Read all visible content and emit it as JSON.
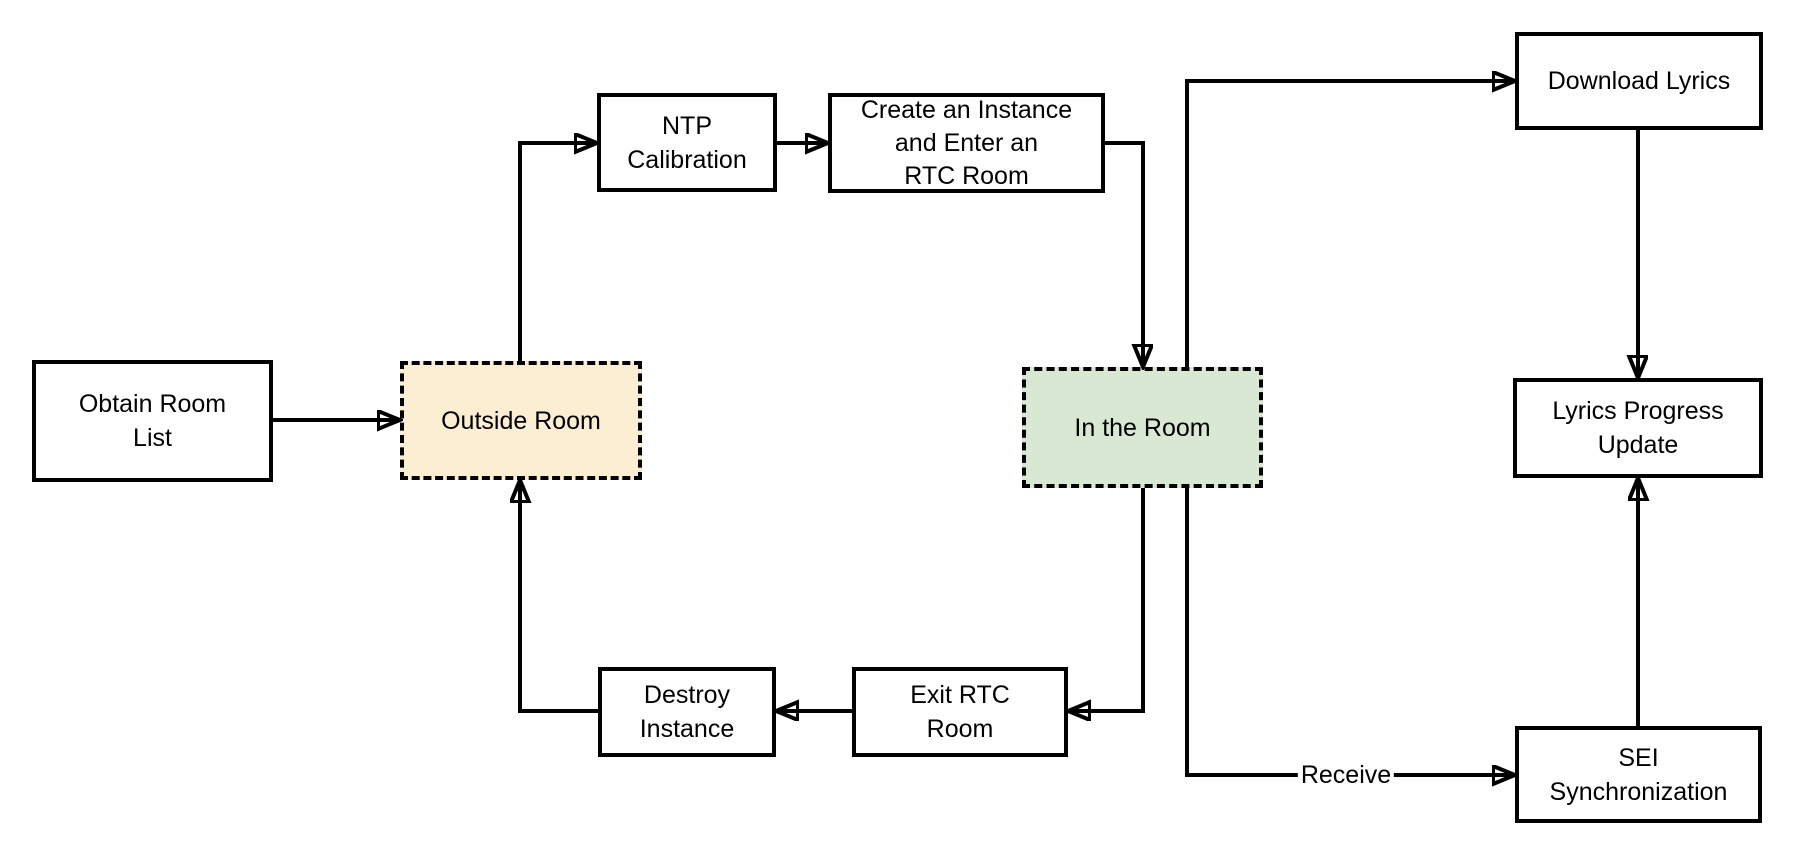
{
  "diagram": {
    "type": "flowchart",
    "colors": {
      "background": "#FFFFFF",
      "line": "#000000",
      "text": "#000000",
      "node_fill": "#FFFFFF",
      "outside_room_fill": "#FBEED3",
      "in_room_fill": "#D8E8D2"
    },
    "nodes": {
      "obtain_room_list": {
        "label": "Obtain Room List",
        "lines": [
          "Obtain Room",
          "List"
        ],
        "style": "solid"
      },
      "outside_room": {
        "label": "Outside Room",
        "lines": [
          "Outside Room"
        ],
        "style": "dashed-yellow"
      },
      "ntp_calibration": {
        "label": "NTP Calibration",
        "lines": [
          "NTP",
          "Calibration"
        ],
        "style": "solid"
      },
      "create_enter_rtc": {
        "label": "Create an Instance and Enter an RTC Room",
        "lines": [
          "Create an Instance",
          "and Enter an",
          "RTC Room"
        ],
        "style": "solid"
      },
      "in_the_room": {
        "label": "In the Room",
        "lines": [
          "In the Room"
        ],
        "style": "dashed-green"
      },
      "download_lyrics": {
        "label": "Download Lyrics",
        "lines": [
          "Download Lyrics"
        ],
        "style": "solid"
      },
      "lyrics_progress_update": {
        "label": "Lyrics Progress Update",
        "lines": [
          "Lyrics Progress",
          "Update"
        ],
        "style": "solid"
      },
      "sei_synchronization": {
        "label": "SEI Synchronization",
        "lines": [
          "SEI",
          "Synchronization"
        ],
        "style": "solid"
      },
      "exit_rtc_room": {
        "label": "Exit RTC Room",
        "lines": [
          "Exit RTC",
          "Room"
        ],
        "style": "solid"
      },
      "destroy_instance": {
        "label": "Destroy Instance",
        "lines": [
          "Destroy",
          "Instance"
        ],
        "style": "solid"
      }
    },
    "edges": [
      {
        "from": "obtain_room_list",
        "to": "outside_room",
        "label": ""
      },
      {
        "from": "outside_room",
        "to": "ntp_calibration",
        "label": ""
      },
      {
        "from": "ntp_calibration",
        "to": "create_enter_rtc",
        "label": ""
      },
      {
        "from": "create_enter_rtc",
        "to": "in_the_room",
        "label": ""
      },
      {
        "from": "in_the_room",
        "to": "download_lyrics",
        "label": ""
      },
      {
        "from": "download_lyrics",
        "to": "lyrics_progress_update",
        "label": ""
      },
      {
        "from": "in_the_room",
        "to": "sei_synchronization",
        "label": "Receive"
      },
      {
        "from": "sei_synchronization",
        "to": "lyrics_progress_update",
        "label": ""
      },
      {
        "from": "in_the_room",
        "to": "exit_rtc_room",
        "label": ""
      },
      {
        "from": "exit_rtc_room",
        "to": "destroy_instance",
        "label": ""
      },
      {
        "from": "destroy_instance",
        "to": "outside_room",
        "label": ""
      }
    ]
  }
}
